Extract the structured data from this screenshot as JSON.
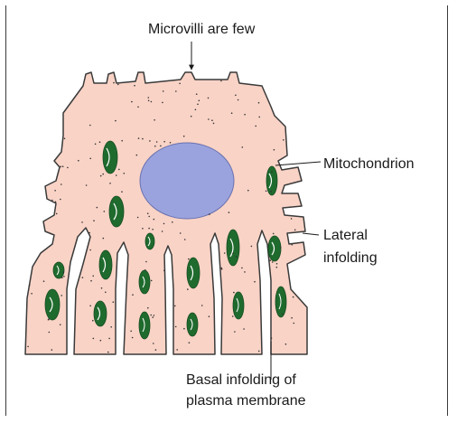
{
  "labels": {
    "microvilli": "Microvilli are few",
    "mitochondrion": "Mitochondrion",
    "lateral_line1": "Lateral",
    "lateral_line2": "infolding",
    "basal_line1": "Basal infolding of",
    "basal_line2": "plasma membrane"
  },
  "colors": {
    "cytoplasm": "#f9d3c6",
    "membrane": "#3a3a3a",
    "nucleus": "#9aa3dd",
    "mitochondrion": "#1f6b2e",
    "cristae": "#ffffff",
    "background": "#ffffff"
  }
}
